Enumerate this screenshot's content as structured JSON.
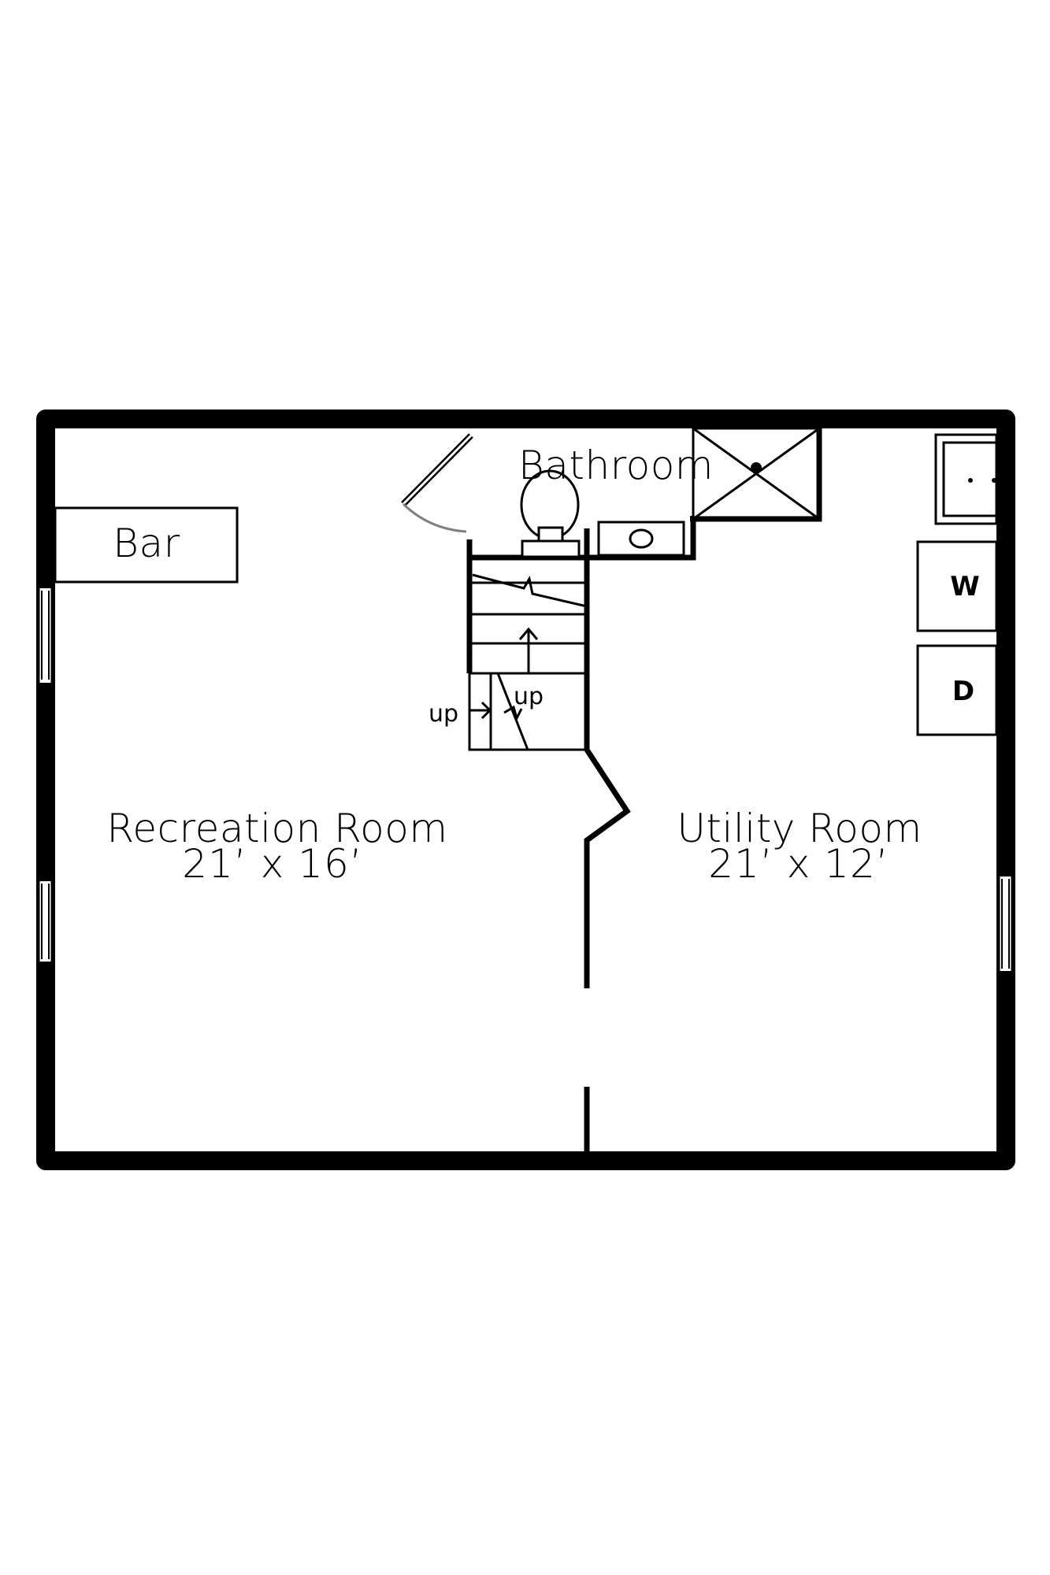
{
  "rooms": {
    "bathroom": {
      "name": "Bathroom"
    },
    "bar": {
      "name": "Bar"
    },
    "recreation": {
      "name": "Recreation Room",
      "dims": "21’ x 16’"
    },
    "utility": {
      "name": "Utility Room",
      "dims": "21’ x 12’"
    }
  },
  "stairs": {
    "up_left": "up",
    "up_right": "up"
  },
  "appliances": {
    "washer": "W",
    "dryer": "D"
  },
  "colors": {
    "wall": "#000000",
    "background": "#ffffff",
    "door_swing": "#808080"
  }
}
